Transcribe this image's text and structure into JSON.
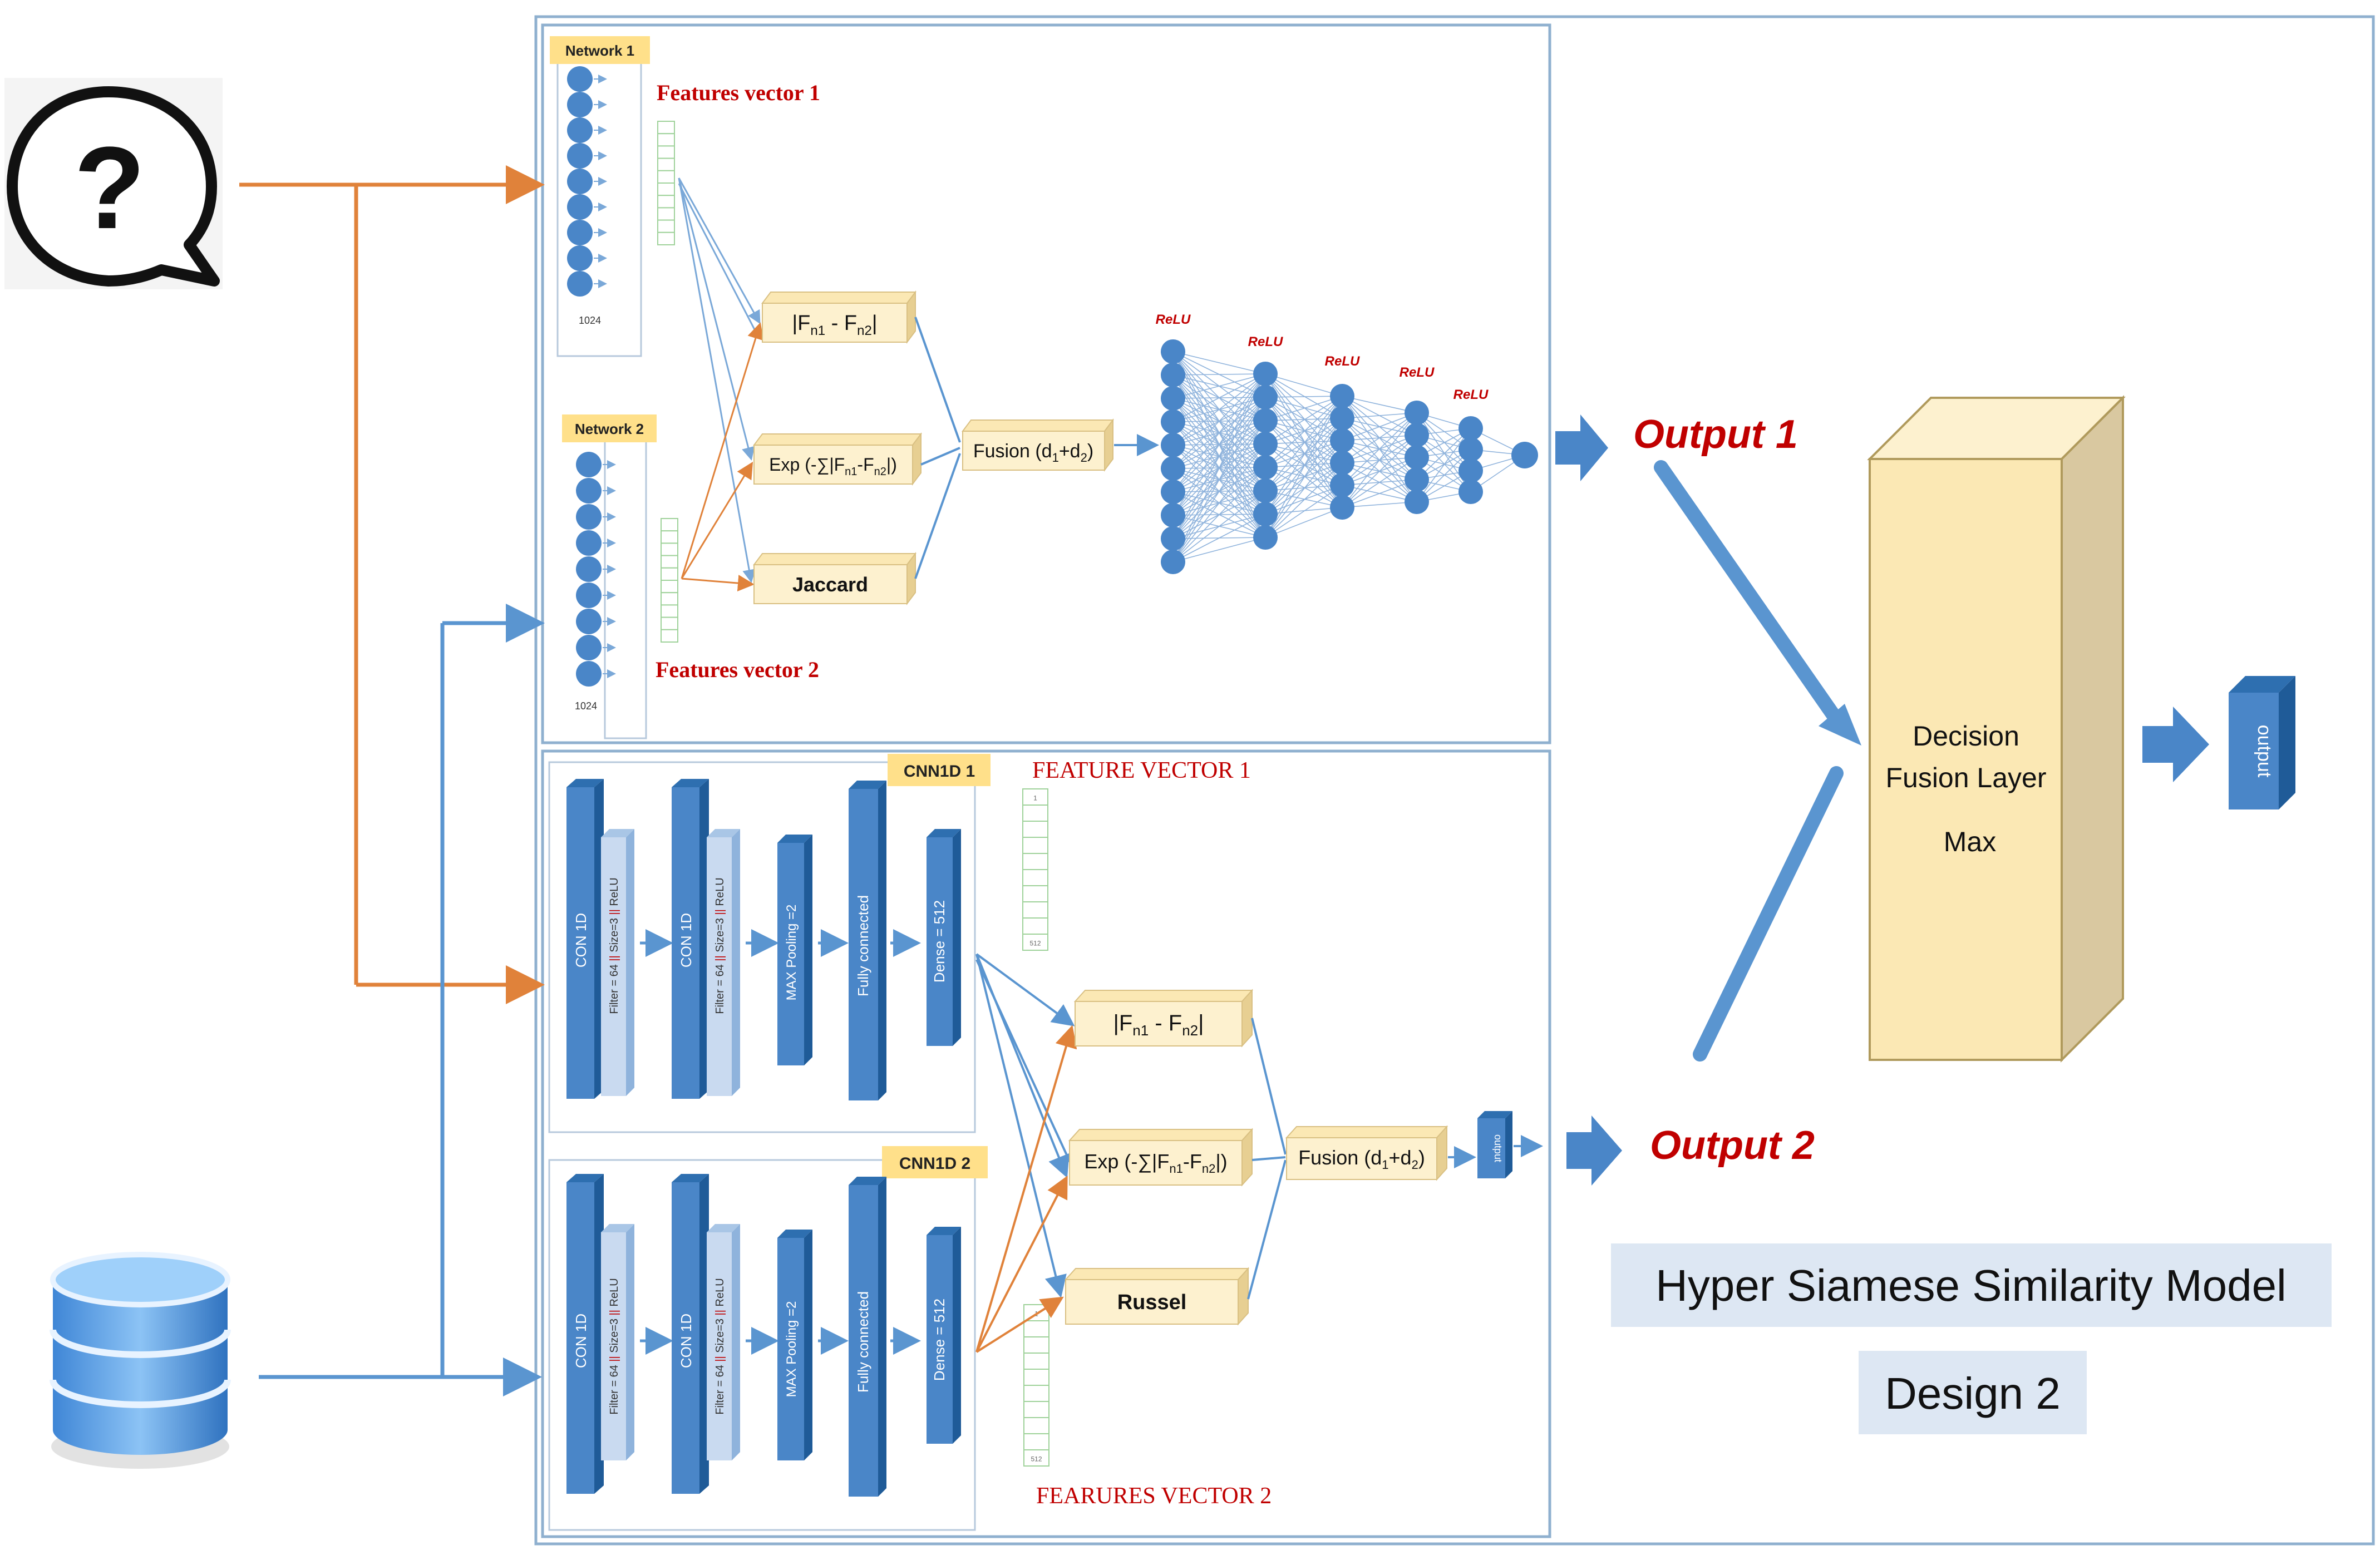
{
  "top_panel": {
    "network1_badge": "Network 1",
    "network2_badge": "Network 2",
    "network1_size": "1024",
    "network2_size": "1024",
    "features_vector_1": "Features vector 1",
    "features_vector_2": "Features vector 2",
    "dist_abs_F": "|F",
    "dist_abs_n1": "n1",
    "dist_abs_minus": " -  F",
    "dist_abs_n2": "n2",
    "dist_abs_bar": "|",
    "dist_exp_a": "Exp (-∑|F",
    "dist_exp_n1": "n1",
    "dist_exp_b": "-F",
    "dist_exp_n2": "n2",
    "dist_exp_c": "|)",
    "dist_jaccard": "Jaccard",
    "fusion_a": "Fusion (d",
    "fusion_s1": "1",
    "fusion_b": "+d",
    "fusion_s2": "2",
    "fusion_c": ")",
    "relu_labels": [
      "ReLU",
      "ReLU",
      "ReLU",
      "ReLU",
      "ReLU"
    ]
  },
  "bottom_panel": {
    "cnn1_badge": "CNN1D 1",
    "cnn2_badge": "CNN1D 2",
    "feature_vector_1": "FEATURE VECTOR 1",
    "feature_vector_2": "FEARURES VECTOR 2",
    "conv_label": "CON 1D",
    "filter_a": "Filter = 64 ",
    "filter_sep1": "||",
    "filter_b": " Size=3 ",
    "filter_sep2": "||",
    "filter_c": " ReLU",
    "maxpool_label": "MAX Pooling =2",
    "fully_connected_label": "Fully connected",
    "dense_label": "Dense = 512",
    "dist_russel": "Russel",
    "small_output": "output",
    "vec_top_mark": "1",
    "vec_bottom_mark": "512"
  },
  "outputs": {
    "output1": "Output 1",
    "output2": "Output 2",
    "final_output": "output"
  },
  "decision": {
    "line1": "Decision",
    "line2": "Fusion Layer",
    "line3": "Max"
  },
  "caption": {
    "title": "Hyper Siamese Similarity Model",
    "subtitle": "Design 2"
  },
  "icons": {
    "query": "question-speech-bubble-icon",
    "database": "database-icon"
  },
  "colors": {
    "blue": "#4a86c8",
    "blue_dark": "#2e6fb0",
    "orange": "#e0823a",
    "red_text": "#c00000",
    "cream": "#fdf1cf",
    "badge": "#ffe08a",
    "caption_bg": "#dde7f3"
  }
}
